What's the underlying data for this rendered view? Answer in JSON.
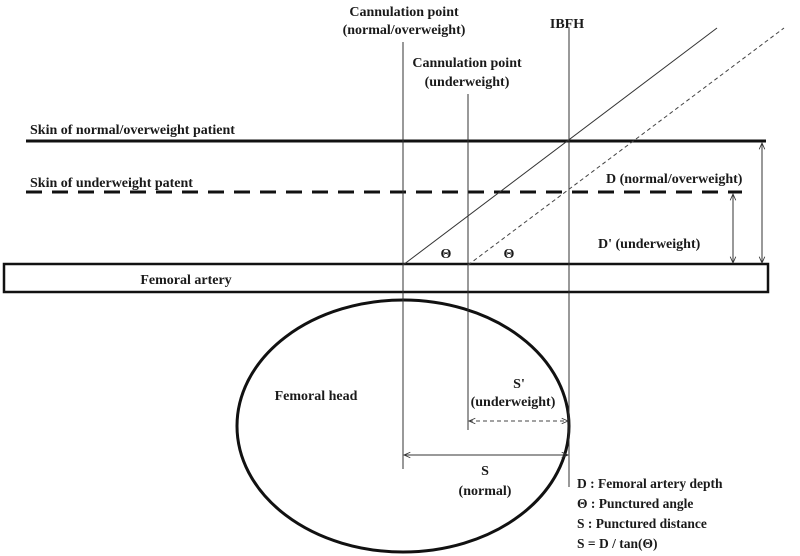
{
  "labels": {
    "cannulation_normal_line1": "Cannulation point",
    "cannulation_normal_line2": "(normal/overweight)",
    "cannulation_under_line1": "Cannulation point",
    "cannulation_under_line2": "(underweight)",
    "ibfh": "IBFH",
    "skin_normal": "Skin of normal/overweight patient",
    "skin_under": "Skin of underweight patent",
    "femoral_artery": "Femoral artery",
    "femoral_head": "Femoral head",
    "theta1": "Θ",
    "theta2": "Θ",
    "d_normal": "D (normal/overweight)",
    "d_under": "D' (underweight)",
    "s_under_line1": "S'",
    "s_under_line2": "(underweight)",
    "s_normal_line1": "S",
    "s_normal_line2": "(normal)"
  },
  "legend": [
    "D : Femoral artery depth",
    "Θ : Punctured angle",
    "S : Punctured distance",
    "S = D / tan(Θ)"
  ]
}
